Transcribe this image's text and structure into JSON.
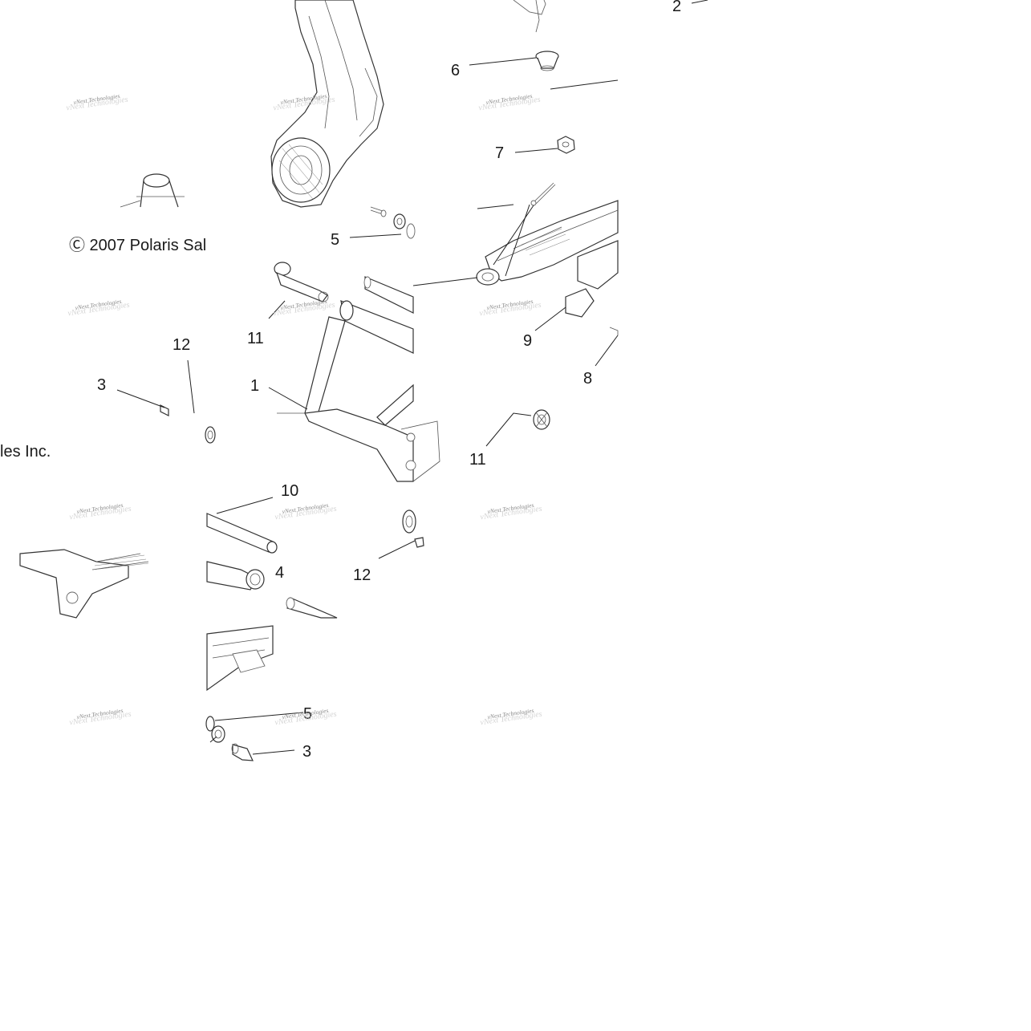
{
  "copyright": {
    "line_left": "Ⓒ 2007 Polaris Sal",
    "line_right": "les Inc."
  },
  "watermark": {
    "text": "vNext Technologies"
  },
  "callouts": [
    {
      "id": "c-2",
      "label": "2"
    },
    {
      "id": "c-6",
      "label": "6"
    },
    {
      "id": "c-7",
      "label": "7"
    },
    {
      "id": "c-5a",
      "label": "5"
    },
    {
      "id": "c-11a",
      "label": "11"
    },
    {
      "id": "c-12a",
      "label": "12"
    },
    {
      "id": "c-3a",
      "label": "3"
    },
    {
      "id": "c-1",
      "label": "1"
    },
    {
      "id": "c-9",
      "label": "9"
    },
    {
      "id": "c-8",
      "label": "8"
    },
    {
      "id": "c-11b",
      "label": "11"
    },
    {
      "id": "c-10",
      "label": "10"
    },
    {
      "id": "c-4",
      "label": "4"
    },
    {
      "id": "c-12b",
      "label": "12"
    },
    {
      "id": "c-5b",
      "label": "5"
    },
    {
      "id": "c-3b",
      "label": "3"
    }
  ],
  "colors": {
    "line": "#333333",
    "text": "#1a1a1a",
    "watermark": "#8a8a8a",
    "background": "#ffffff"
  }
}
